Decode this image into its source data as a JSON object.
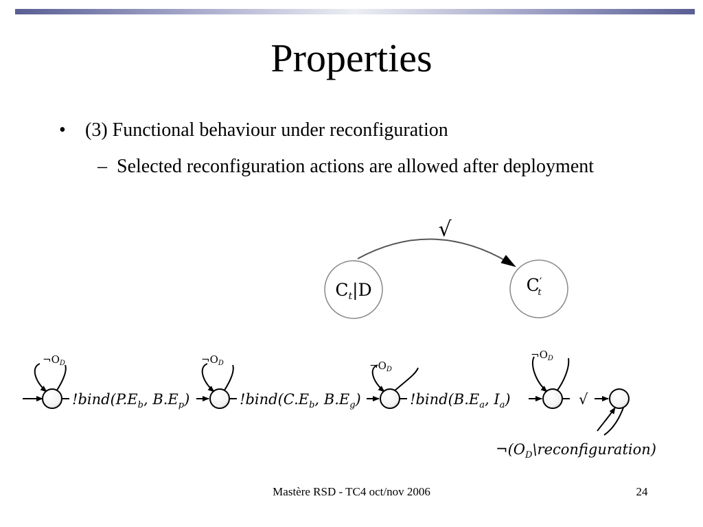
{
  "slide": {
    "title": "Properties",
    "bullet1": "(3) Functional behaviour under reconfiguration",
    "bullet2": "Selected reconfiguration actions are allowed after deployment",
    "bullet_marker": "•",
    "sub_marker": "–",
    "footer_text": "Mastère RSD - TC4   oct/nov 2006",
    "page_number": "24"
  },
  "top_diagram": {
    "state1_label_main": "C",
    "state1_label_sub": "t",
    "state1_label_rest": "|D",
    "state2_label_main": "C",
    "state2_label_prime": "′",
    "state2_label_sub": "t",
    "transition_label": "√"
  },
  "bottom_diagram": {
    "loop_label": "¬O",
    "loop_label_sub": "D",
    "transitions": [
      {
        "text": "!bind(P.E",
        "sub1": "b",
        "mid": ", B.E",
        "sub2": "p",
        "end": ")"
      },
      {
        "text": "!bind(C.E",
        "sub1": "b",
        "mid": ", B.E",
        "sub2": "g",
        "end": ")"
      },
      {
        "text": "!bind(B.E",
        "sub1": "a",
        "mid": ", I",
        "sub2": "a",
        "end": ")"
      }
    ],
    "final_transition": "√",
    "final_loop_label": "¬(O",
    "final_loop_sub": "D",
    "final_loop_rest": "\\reconfiguration)"
  }
}
